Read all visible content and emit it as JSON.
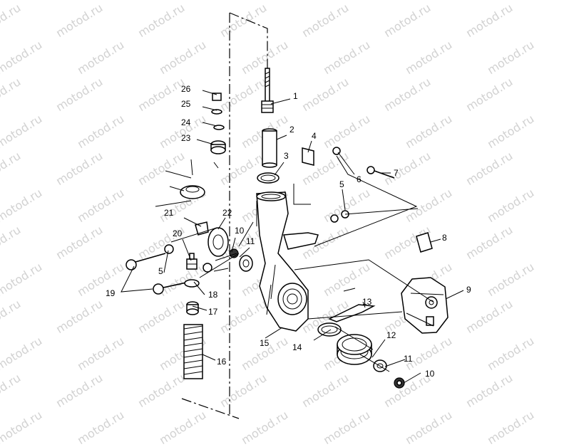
{
  "watermark": {
    "text": "motod.ru"
  },
  "labels": {
    "p1": "1",
    "p2": "2",
    "p3": "3",
    "p4": "4",
    "p5a": "5",
    "p5b": "5",
    "p6": "6",
    "p7": "7",
    "p8": "8",
    "p9": "9",
    "p10a": "10",
    "p10b": "10",
    "p11a": "11",
    "p11b": "11",
    "p12": "12",
    "p13": "13",
    "p14": "14",
    "p15": "15",
    "p16": "16",
    "p17": "17",
    "p18": "18",
    "p19": "19",
    "p20": "20",
    "p21": "21",
    "p22": "22",
    "p23": "23",
    "p24": "24",
    "p25": "25",
    "p26": "26"
  }
}
